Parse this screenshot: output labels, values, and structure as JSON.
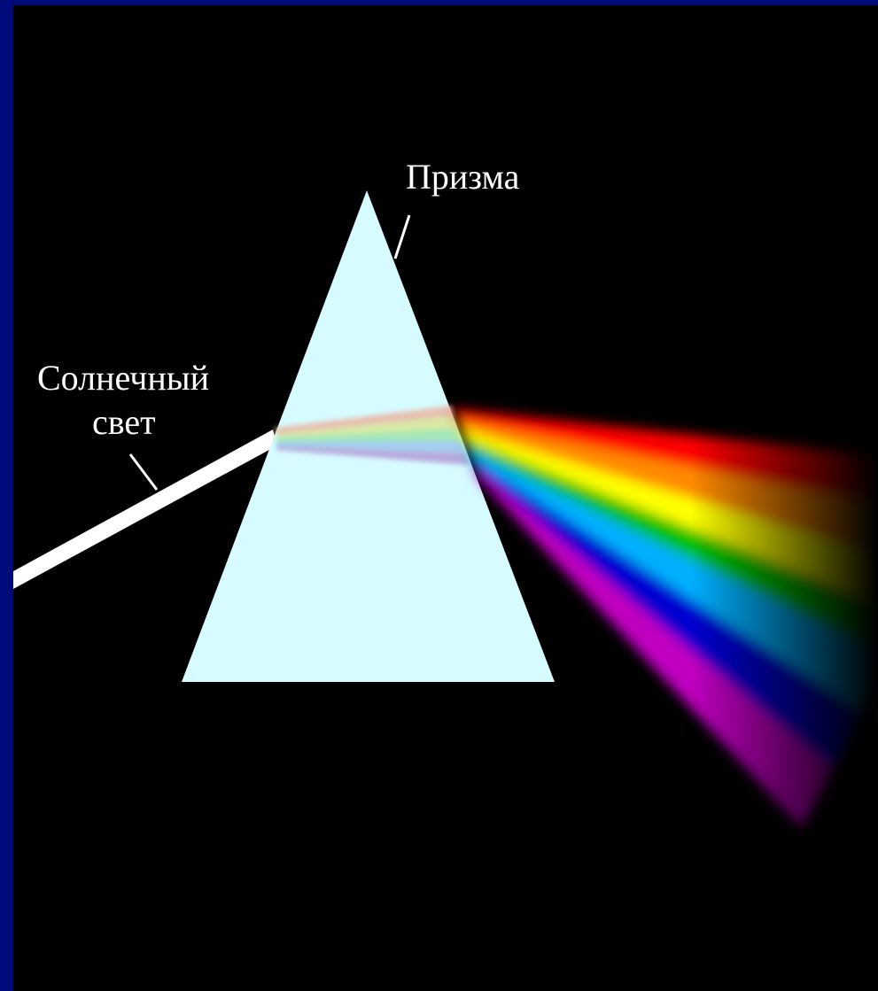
{
  "labels": {
    "prism": "Призма",
    "sunlight_line1": "Солнечный",
    "sunlight_line2": "свет"
  },
  "colors": {
    "background": "#000000",
    "frame": "#000b7a",
    "prism": "#d6fcff",
    "beam": "#ffffff",
    "text": "#ffffff",
    "spectrum": [
      "#ff0000",
      "#ff8a00",
      "#ffff00",
      "#00c000",
      "#00b0ff",
      "#0000d0",
      "#c000c0"
    ]
  }
}
